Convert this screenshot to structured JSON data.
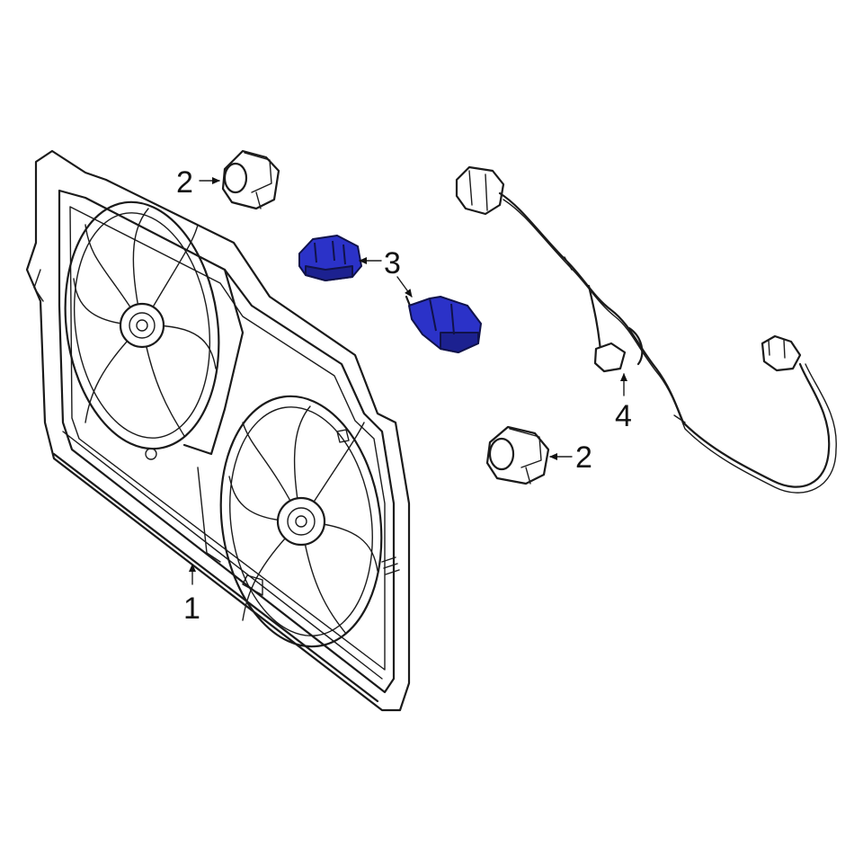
{
  "colors": {
    "line": "#1a1a1a",
    "highlight": "#2b32c8",
    "highlight_dark": "#1c2190",
    "background": "#ffffff"
  },
  "callouts": [
    {
      "id": "fan-assembly",
      "label": "1"
    },
    {
      "id": "resistor-top",
      "label": "2"
    },
    {
      "id": "relay",
      "label": "3"
    },
    {
      "id": "wire-harness",
      "label": "4"
    },
    {
      "id": "resistor-bottom",
      "label": "2"
    }
  ]
}
